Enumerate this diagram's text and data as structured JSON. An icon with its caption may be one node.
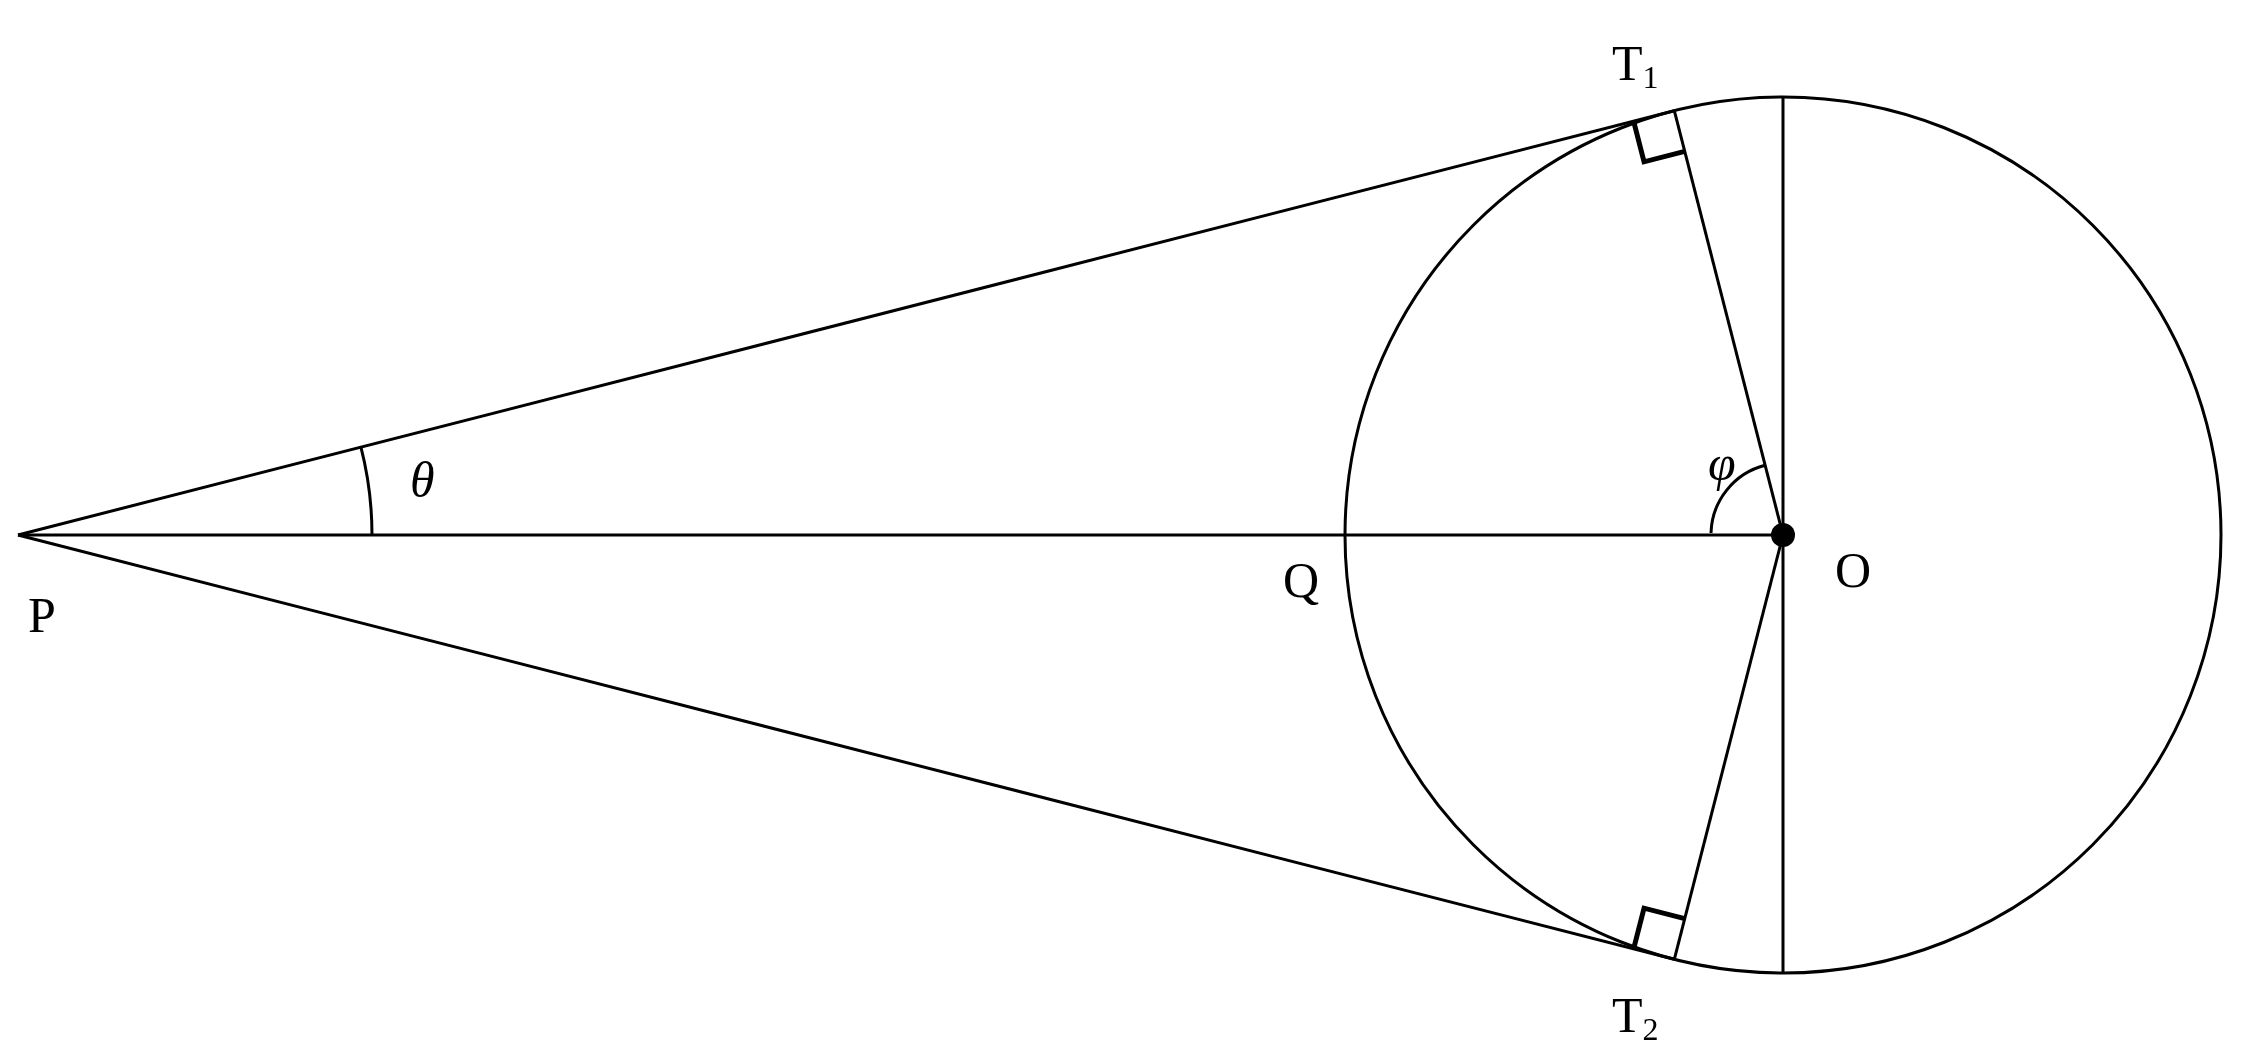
{
  "diagram": {
    "labels": [
      "T$_{1}$",
      "θ",
      "φ",
      "P",
      "Q",
      "O",
      "T$_{2}$"
    ]
  }
}
